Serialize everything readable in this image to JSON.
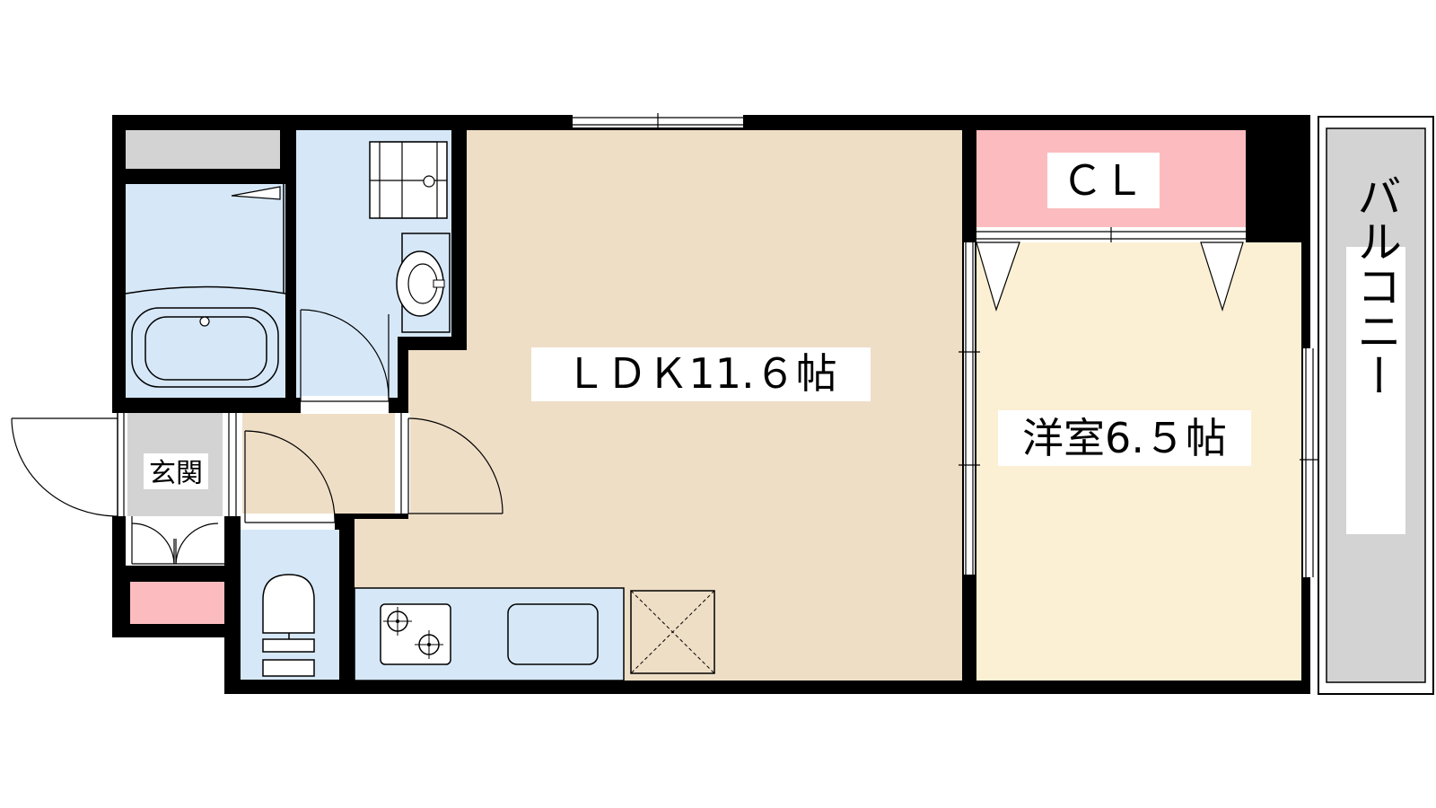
{
  "floor_plan": {
    "rooms": {
      "ldk": {
        "label": "ＬＤＫ11.６帖"
      },
      "western": {
        "label": "洋室6.５帖"
      },
      "closet": {
        "label": "ＣＬ"
      },
      "balcony": {
        "label": "バルコニー"
      },
      "entrance": {
        "label": "玄関"
      }
    },
    "colors": {
      "ldk": "#efdec6",
      "western": "#fcf0d4",
      "wet_area": "#d6e8f8",
      "closet": "#fcbcbf",
      "entrance": "#d3d3d3",
      "balcony": "#d3d3d3",
      "wall": "#000000"
    }
  }
}
